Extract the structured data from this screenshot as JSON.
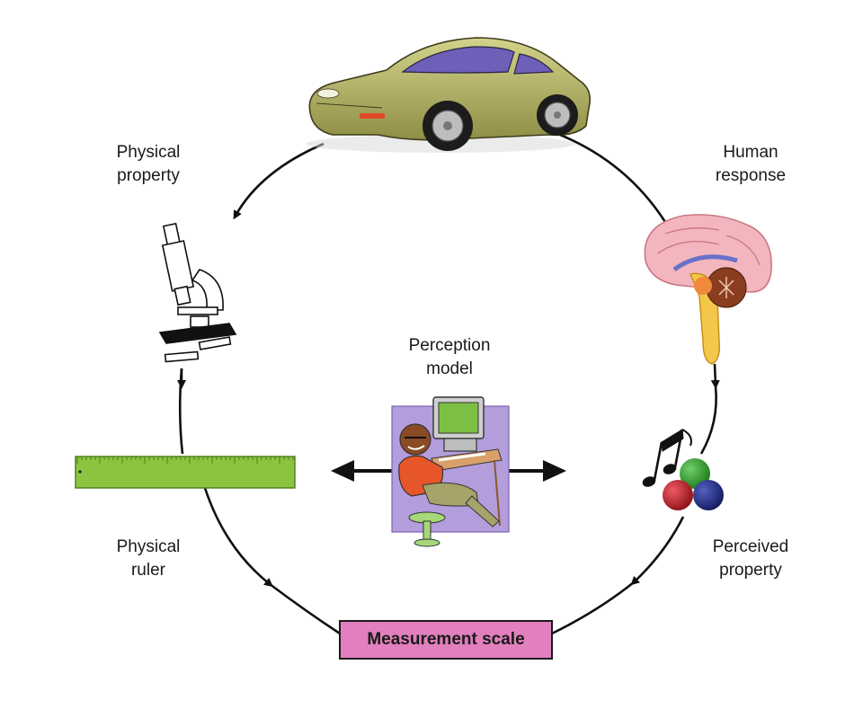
{
  "labels": {
    "physical_property": [
      "Physical",
      "property"
    ],
    "human_response": [
      "Human",
      "response"
    ],
    "perception_model": [
      "Perception",
      "model"
    ],
    "physical_ruler": [
      "Physical",
      "ruler"
    ],
    "perceived_property": [
      "Perceived",
      "property"
    ]
  },
  "measurement_scale": "Measurement scale",
  "icons": [
    "car-icon",
    "microscope-icon",
    "brain-icon",
    "ruler-icon",
    "color-balls-icon",
    "music-note-icon",
    "person-computer-icon"
  ],
  "colors": {
    "car_body": "#b9b868",
    "ruler": "#8bc53f",
    "scale_box": "#e27fbe",
    "person_panel": "#b39ddb",
    "computer_screen": "#7cc043",
    "ball_green": "#3aa535",
    "ball_red": "#c3202a",
    "ball_blue": "#27318b"
  }
}
